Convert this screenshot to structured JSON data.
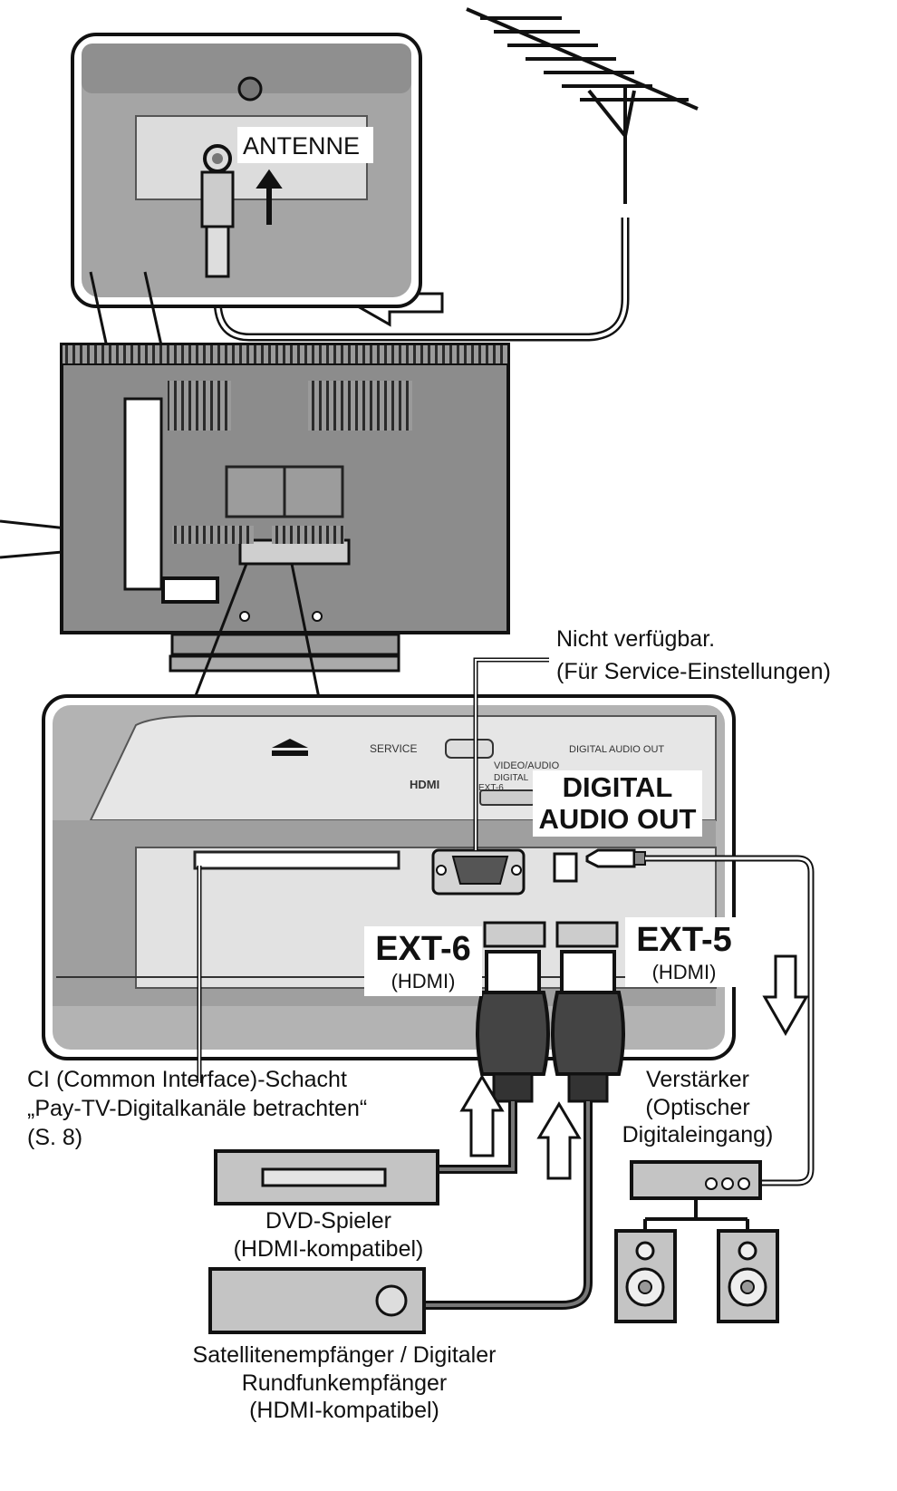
{
  "labels": {
    "antenne": "ANTENNE",
    "not_available_line1": "Nicht verfügbar.",
    "not_available_line2": "(Für Service-Einstellungen)",
    "digital_audio_out_line1": "DIGITAL",
    "digital_audio_out_line2": "AUDIO OUT",
    "ext6": "EXT-6",
    "ext6_sub": "(HDMI)",
    "ext5": "EXT-5",
    "ext5_sub": "(HDMI)",
    "ci_line1": "CI (Common Interface)-Schacht",
    "ci_line2": "„Pay-TV-Digitalkanäle betrachten“",
    "ci_line3": "(S. 8)",
    "amp_line1": "Verstärker",
    "amp_line2": "(Optischer",
    "amp_line3": "Digitaleingang)",
    "dvd_line1": "DVD-Spieler",
    "dvd_line2": "(HDMI-kompatibel)",
    "sat_line1": "Satellitenempfänger / Digitaler",
    "sat_line2": "Rundfunkempfänger",
    "sat_line3": "(HDMI-kompatibel)"
  },
  "panel_print": {
    "service": "SERVICE",
    "digital_audio_out": "DIGITAL AUDIO OUT",
    "video_audio": "VIDEO/AUDIO",
    "digital": "DIGITAL",
    "ext6": "EXT-6",
    "hdmi_logo": "HDMI"
  },
  "colors": {
    "panel_gray": "#b3b3b3",
    "panel_light": "#e6e6e6",
    "tv_body": "#8c8c8c",
    "outline": "#111111",
    "cable_dark": "#555555"
  }
}
